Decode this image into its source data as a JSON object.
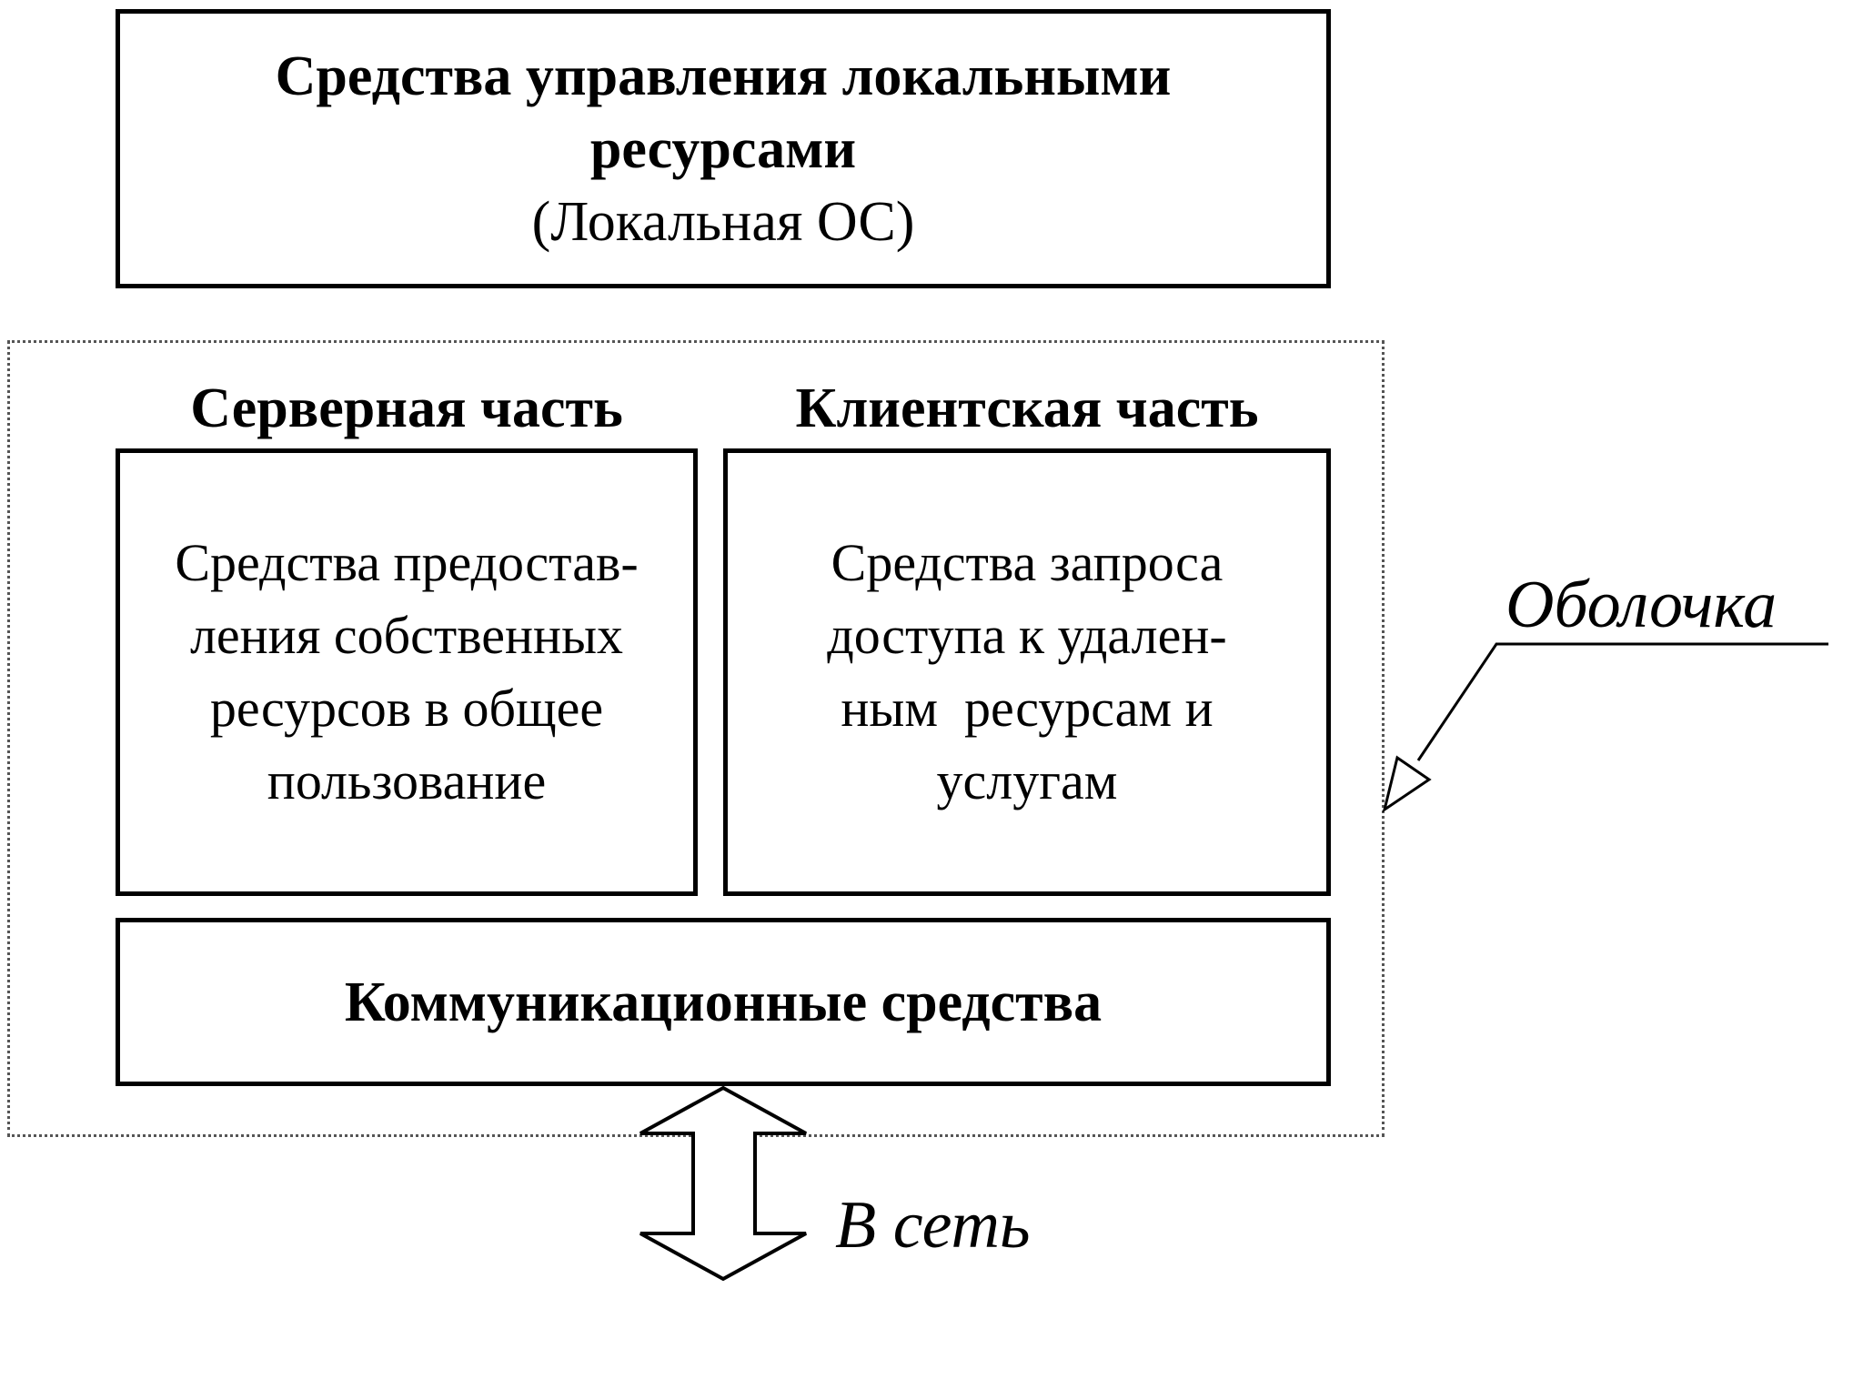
{
  "top_box": {
    "title_lines": [
      "Средства управления локальными",
      "ресурсами"
    ],
    "subtitle": "(Локальная ОС)"
  },
  "shell_label": "Оболочка",
  "server": {
    "heading": "Серверная часть",
    "lines": [
      "Средства предостав-",
      "ления собственных",
      "ресурсов в общее",
      "пользование"
    ]
  },
  "client": {
    "heading": "Клиентская часть",
    "lines": [
      "Средства запроса",
      "доступа к удален-",
      "ным  ресурсам и",
      "услугам"
    ]
  },
  "comm_box": {
    "label": "Коммуникационные средства"
  },
  "network_label": "В сеть",
  "icons": {
    "shell_pointer": "arrow-pointer-icon",
    "network_arrow": "double-arrow-icon"
  }
}
